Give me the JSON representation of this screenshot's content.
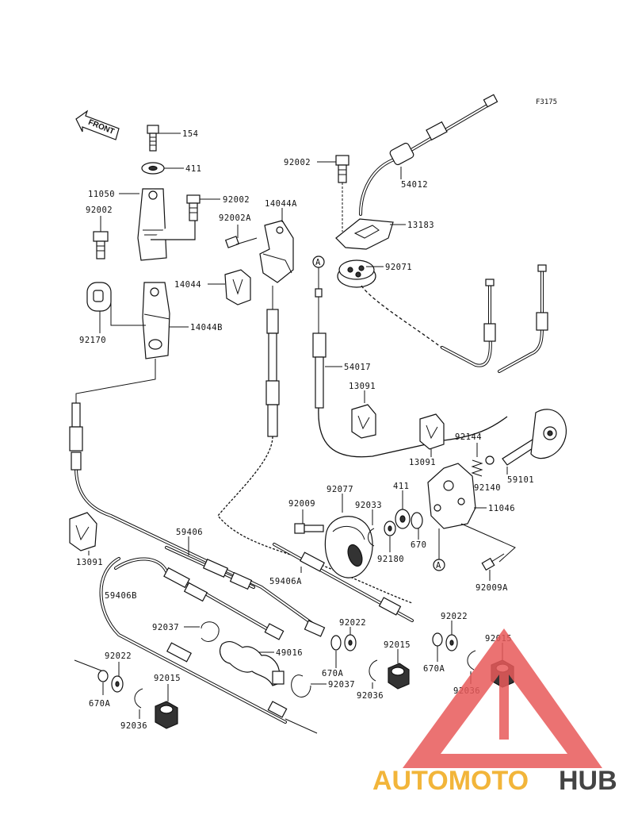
{
  "figure_code": "F3175",
  "front_label": "FRONT",
  "callouts": {
    "c154": "154",
    "c411a": "411",
    "c11050": "11050",
    "c92002a": "92002",
    "c92002b": "92002",
    "c92002c": "92002",
    "c92002A": "92002A",
    "c14044A": "14044A",
    "c14044": "14044",
    "c14044B": "14044B",
    "c92170": "92170",
    "c54012": "54012",
    "c13183": "13183",
    "c92071": "92071",
    "cA1": "A",
    "c54017": "54017",
    "c13091a": "13091",
    "c13091b": "13091",
    "c13091c": "13091",
    "c92144": "92144",
    "c92140": "92140",
    "c59101": "59101",
    "c411b": "411",
    "c11046": "11046",
    "c92009": "92009",
    "c92077": "92077",
    "c92033": "92033",
    "c670a": "670",
    "c92180": "92180",
    "cA2": "A",
    "c92009A": "92009A",
    "c59406": "59406",
    "c59406A": "59406A",
    "c59406B": "59406B",
    "c92037a": "92037",
    "c49016": "49016",
    "c92037b": "92037",
    "c92022a": "92022",
    "c92022b": "92022",
    "c92022c": "92022",
    "c670Aa": "670A",
    "c670Ab": "670A",
    "c670Ac": "670A",
    "c92015a": "92015",
    "c92015b": "92015",
    "c92015c": "92015",
    "c92036a": "92036",
    "c92036b": "92036",
    "c92036c": "92036"
  },
  "watermark": {
    "part1": "AUTOMOTO",
    "part2": "HUB",
    "color_primary": "#f2b53a",
    "color_secondary": "#444444",
    "triangle_color": "#e85a5a"
  }
}
